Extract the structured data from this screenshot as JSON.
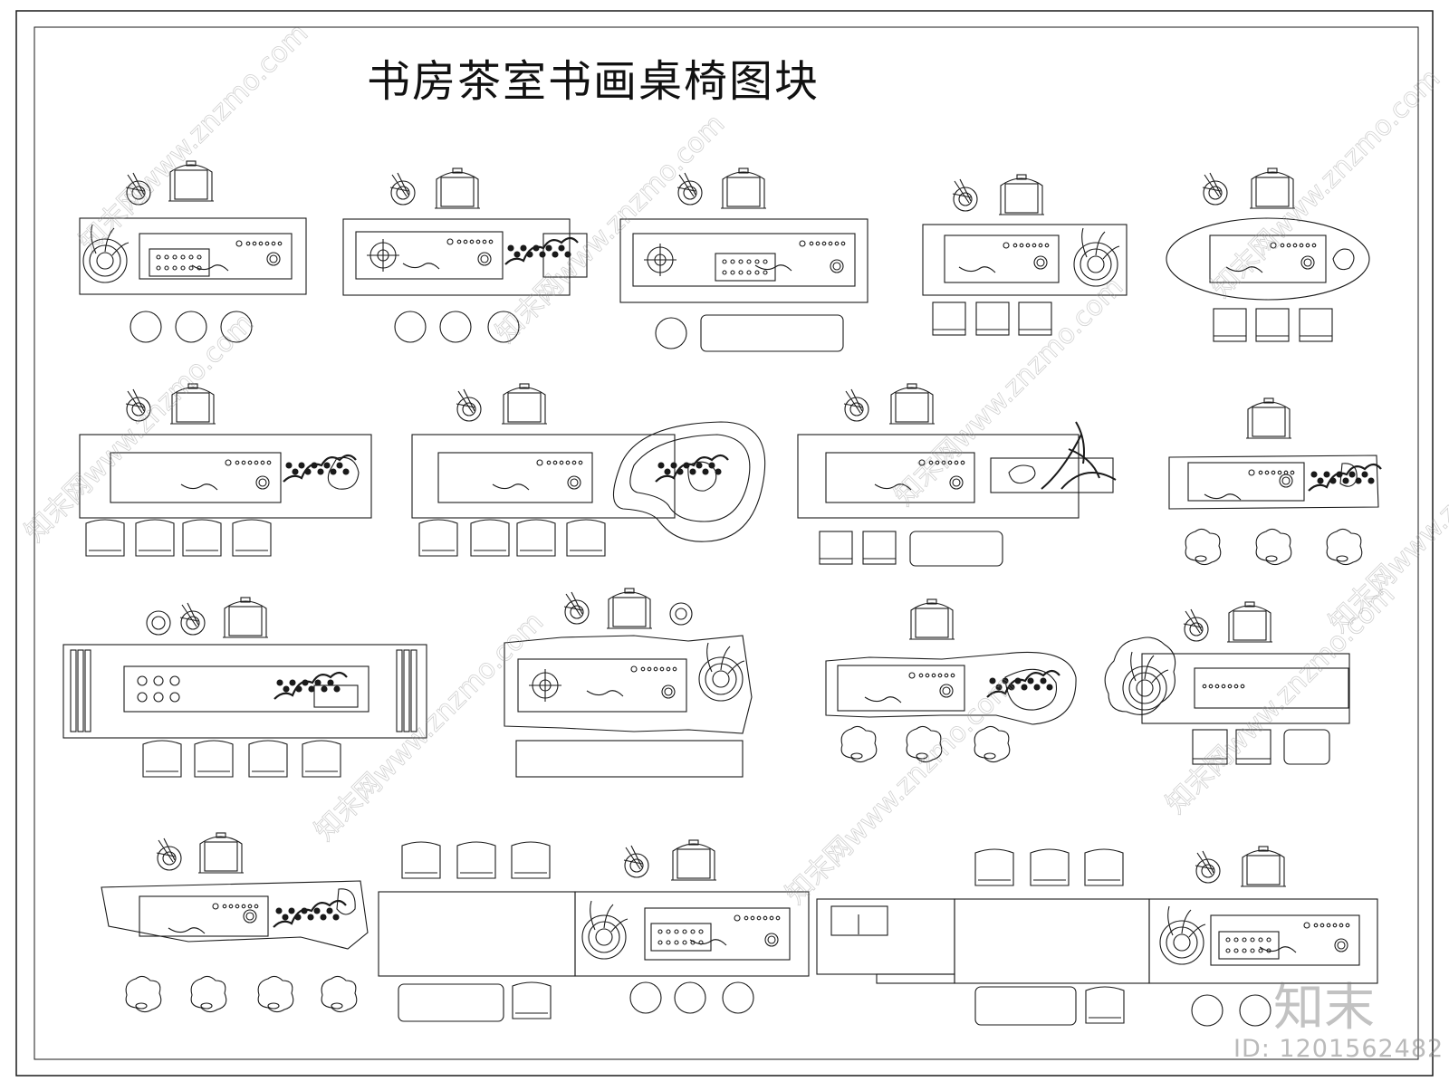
{
  "title": "书房茶室书画桌椅图块",
  "watermark": {
    "site": "知末网www.znzmo.com",
    "brand": "知末",
    "id_text": "ID: 1201562482"
  },
  "colors": {
    "line": "#1a1a1a",
    "watermark": "#9a9a9a"
  }
}
